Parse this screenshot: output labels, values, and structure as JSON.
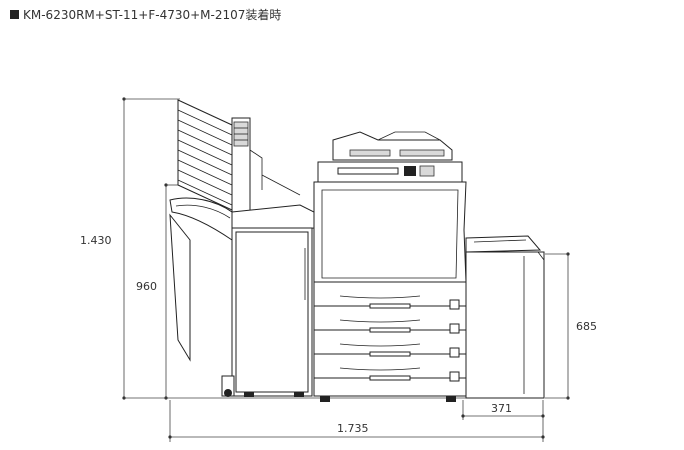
{
  "caption": "KM-6230RM+ST-11+F-4730+M-2107装着時",
  "dimensions": {
    "total_height": "1.430",
    "finisher_height": "960",
    "side_unit_height": "685",
    "side_unit_width": "371",
    "total_width": "1.735"
  }
}
